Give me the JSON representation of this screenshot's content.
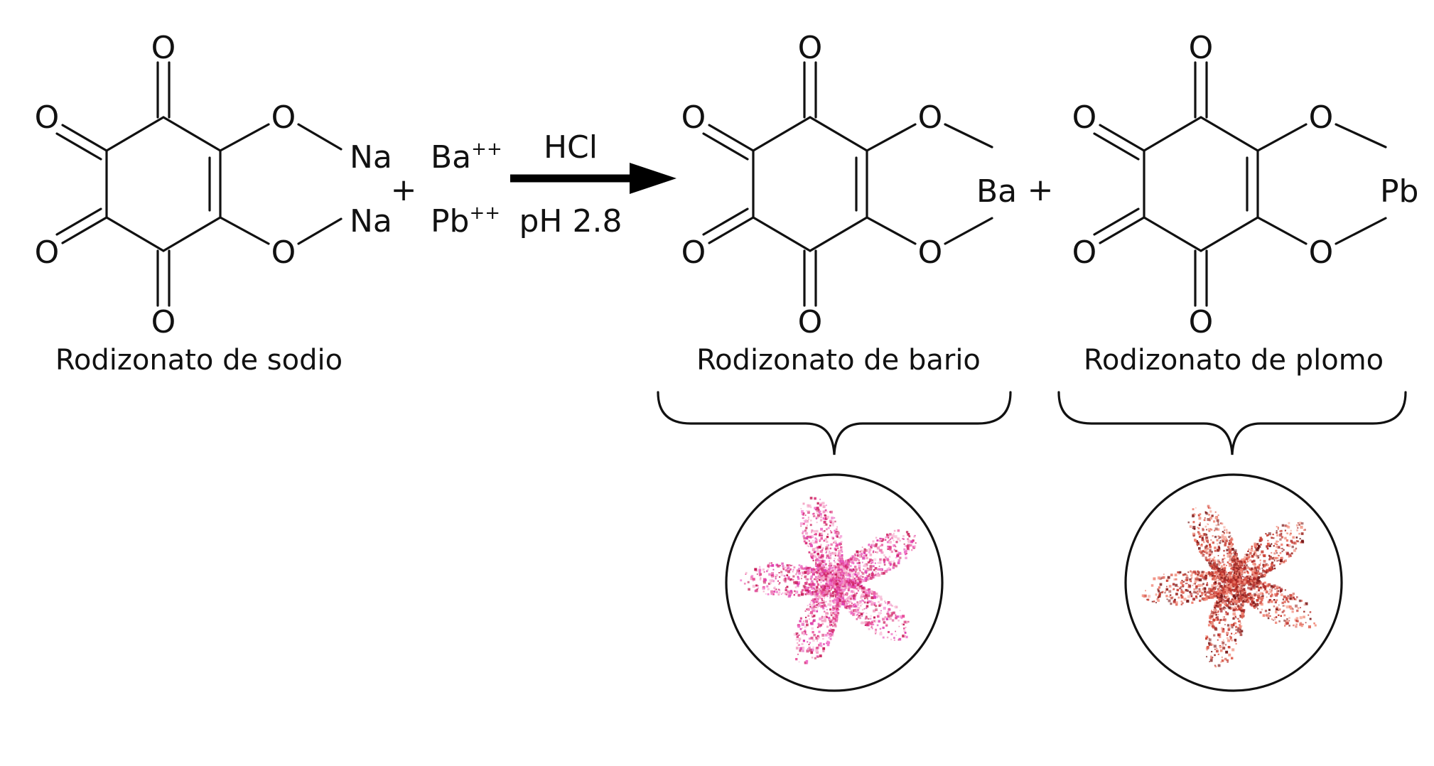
{
  "reactant": {
    "carbonyl_oxygen": "O",
    "ring_oxygen": "O",
    "sodium": "Na",
    "caption": "Rodizonato de sodio"
  },
  "plus_1": "+",
  "ions": {
    "barium": "Ba",
    "lead": "Pb",
    "charge": "++"
  },
  "arrow": {
    "top_label": "HCl",
    "bottom_label": "pH 2.8"
  },
  "product_barium": {
    "oxygen": "O",
    "metal": "Ba",
    "caption": "Rodizonato de bario"
  },
  "plus_2": "+",
  "product_lead": {
    "oxygen": "O",
    "metal": "Pb",
    "caption": "Rodizonato de plomo"
  },
  "spots": {
    "barium_palette": [
      "#e040b0",
      "#f070c8",
      "#f4a6c6",
      "#d83078",
      "#c81e5a",
      "#f8bcd8",
      "#e94f9a"
    ],
    "lead_palette": [
      "#e06050",
      "#c83a2e",
      "#f08070",
      "#b02a2a",
      "#f4a090",
      "#a0302a",
      "#7a1818"
    ]
  }
}
